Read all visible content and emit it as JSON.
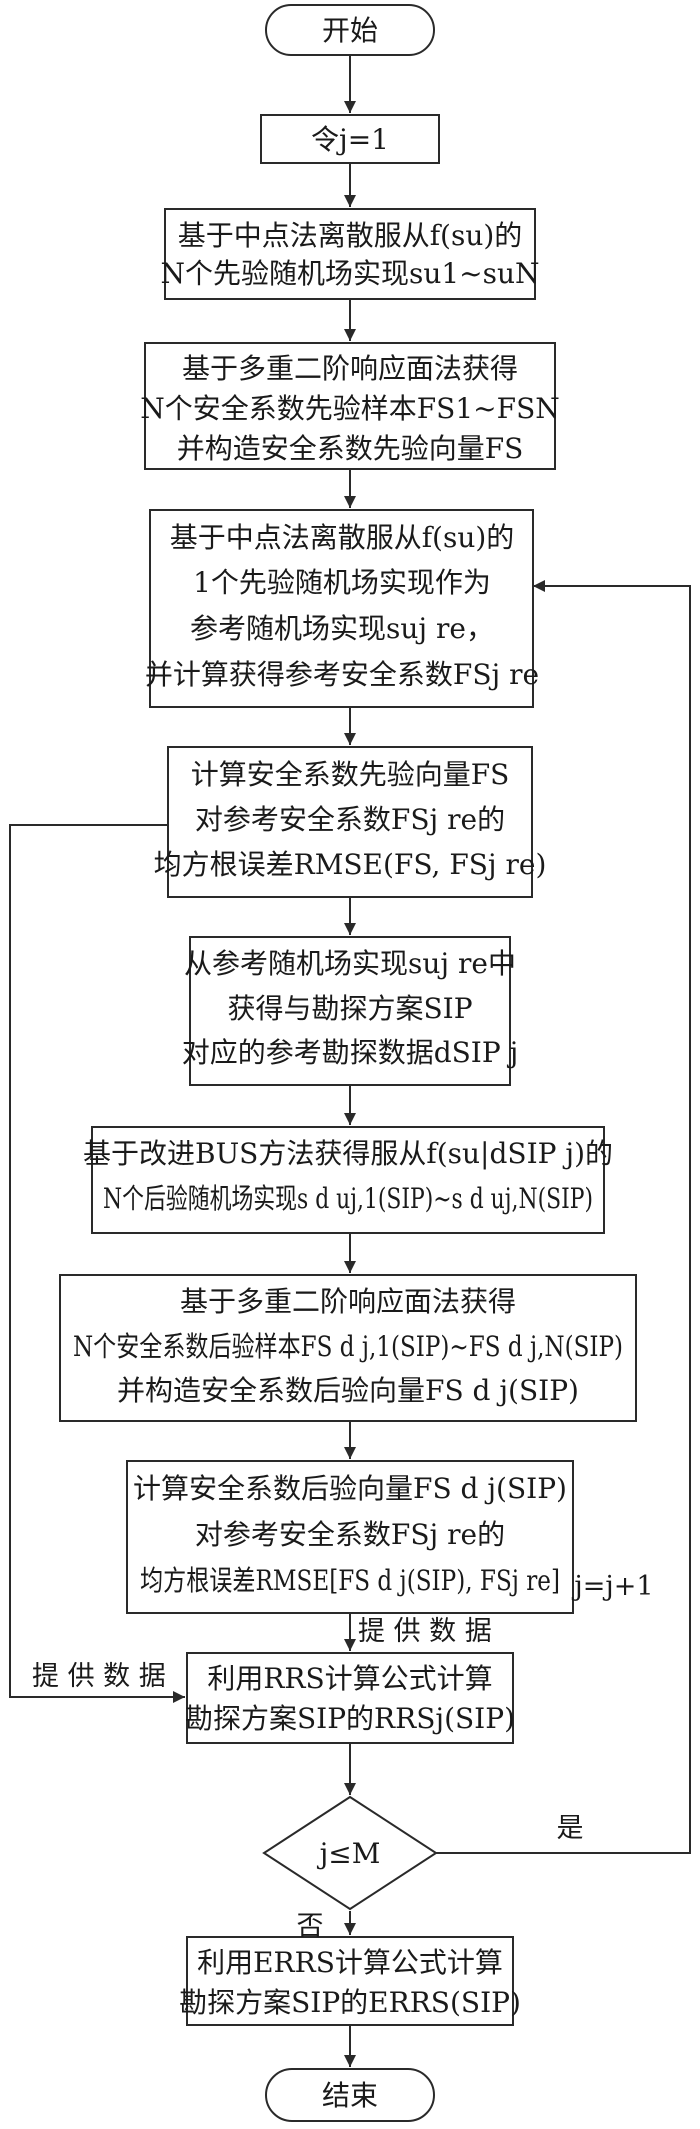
{
  "nodes": {
    "start": "开始",
    "init": "令j=1",
    "step1": [
      "基于中点法离散服从f(su)的",
      "N个先验随机场实现su1~suN"
    ],
    "step2": [
      "基于多重二阶响应面法获得",
      "N个安全系数先验样本FS1~FSN",
      "并构造安全系数先验向量FS"
    ],
    "step3": [
      "基于中点法离散服从f(su)的",
      "1个先验随机场实现作为",
      "参考随机场实现suj re，",
      "并计算获得参考安全系数FSj re"
    ],
    "step4": [
      "计算安全系数先验向量FS",
      "对参考安全系数FSj re的",
      "均方根误差RMSE(FS, FSj re)"
    ],
    "step5": [
      "从参考随机场实现suj re中",
      "获得与勘探方案SIP",
      "对应的参考勘探数据dSIP j"
    ],
    "step6": [
      "基于改进BUS方法获得服从f(su|dSIP j)的",
      "N个后验随机场实现s d uj,1(SIP)~s d uj,N(SIP)"
    ],
    "step7": [
      "基于多重二阶响应面法获得",
      "N个安全系数后验样本FS d j,1(SIP)~FS d j,N(SIP)",
      "并构造安全系数后验向量FS d j(SIP)"
    ],
    "step8": [
      "计算安全系数后验向量FS d j(SIP)",
      "对参考安全系数FSj re的",
      "均方根误差RMSE[FS d j(SIP), FSj re]"
    ],
    "step9": [
      "利用RRS计算公式计算",
      "勘探方案SIP的RRSj(SIP)"
    ],
    "decision": "j≤M",
    "step10": [
      "利用ERRS计算公式计算",
      "勘探方案SIP的ERRS(SIP)"
    ],
    "end": "结束"
  },
  "edge_labels": {
    "provide_data_right": "提 供 数 据",
    "provide_data_left": "提 供 数 据",
    "loop_increment": "j=j+1",
    "yes": "是",
    "no": "否"
  }
}
